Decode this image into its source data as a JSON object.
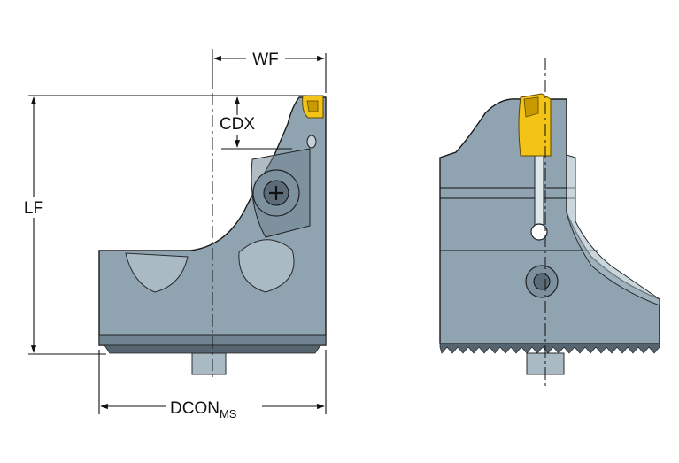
{
  "dimensions": {
    "wf": "WF",
    "cdx": "CDX",
    "lf": "LF",
    "dcon": "DCON",
    "dcon_sub": "MS"
  },
  "colors": {
    "body": "#8fa3b0",
    "insert": "#f3c318",
    "lines": "#111111"
  }
}
